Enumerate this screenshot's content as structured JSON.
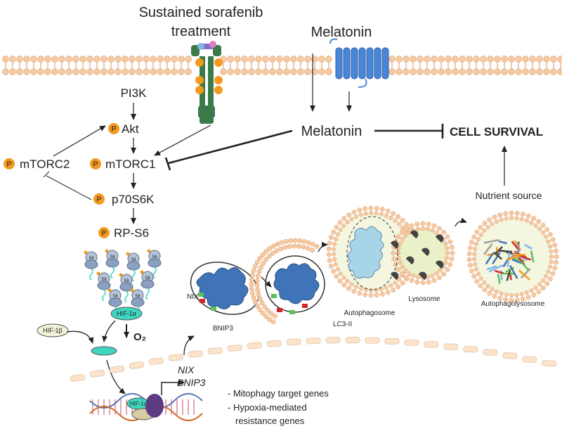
{
  "title": {
    "line1": "Sustained sorafenib",
    "line2": "treatment"
  },
  "melatonin_receptor_label": "Melatonin",
  "melatonin_label": "Melatonin",
  "cell_survival": "CELL SURVIVAL",
  "nutrient_source": "Nutrient source",
  "pathway": {
    "pi3k": "PI3K",
    "akt": "Akt",
    "mtorc2": "mTORC2",
    "mtorc1": "mTORC1",
    "p70s6k": "p70S6K",
    "rps6": "RP-S6",
    "phospho": "P"
  },
  "hif": {
    "alpha": "HIF-1α",
    "beta": "HIF-1β",
    "o2": "O₂",
    "alpha_dna": "HIF-1α"
  },
  "genes": {
    "nix": "NIX",
    "bnip3": "BNIP3"
  },
  "gene_notes": {
    "line1": "- Mitophagy target genes",
    "line2": "- Hypoxia-mediated",
    "line3": "resistance genes"
  },
  "mito_labels": {
    "nix": "NIX",
    "bnip3": "BNIP3",
    "lc3": "LC3-II"
  },
  "organelles": {
    "autophagosome": "Autophagosome",
    "lysosome": "Lysosome",
    "autophagolysosome": "Autophagolysosome"
  },
  "ribosome_tag": "S6",
  "colors": {
    "membrane": "#f6c9a0",
    "receptor_green": "#3c7a4a",
    "gpcr_blue": "#4a86d8",
    "phospho_orange": "#f39a1e",
    "mito_blue": "#3f74b8",
    "hif_teal": "#3fd6c0",
    "hif_beta": "#f3f3d8"
  }
}
